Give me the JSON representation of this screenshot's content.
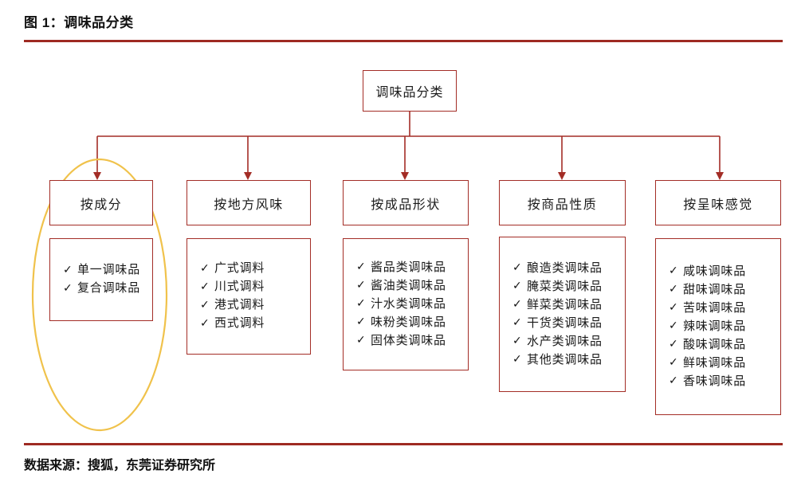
{
  "figure": {
    "title": "图 1：调味品分类",
    "source_note": "数据来源：搜狐，东莞证券研究所"
  },
  "colors": {
    "rule": "#9e2a22",
    "box_border": "#a32d26",
    "connector": "#a32d26",
    "highlight_ellipse": "#f0c24b",
    "text": "#1a1a1a"
  },
  "diagram": {
    "type": "tree",
    "root": {
      "label": "调味品分类"
    },
    "check_glyph": "✓",
    "columns": [
      {
        "header": "按成分",
        "items": [
          "单一调味品",
          "复合调味品"
        ],
        "highlighted": true
      },
      {
        "header": "按地方风味",
        "items": [
          "广式调料",
          "川式调料",
          "港式调料",
          "西式调料"
        ],
        "highlighted": false
      },
      {
        "header": "按成品形状",
        "items": [
          "酱品类调味品",
          "酱油类调味品",
          "汁水类调味品",
          "味粉类调味品",
          "固体类调味品"
        ],
        "highlighted": false
      },
      {
        "header": "按商品性质",
        "items": [
          "酿造类调味品",
          "腌菜类调味品",
          "鲜菜类调味品",
          "干货类调味品",
          "水产类调味品",
          "其他类调味品"
        ],
        "highlighted": false
      },
      {
        "header": "按呈味感觉",
        "items": [
          "咸味调味品",
          "甜味调味品",
          "苦味调味品",
          "辣味调味品",
          "酸味调味品",
          "鲜味调味品",
          "香味调味品"
        ],
        "highlighted": false
      }
    ]
  }
}
